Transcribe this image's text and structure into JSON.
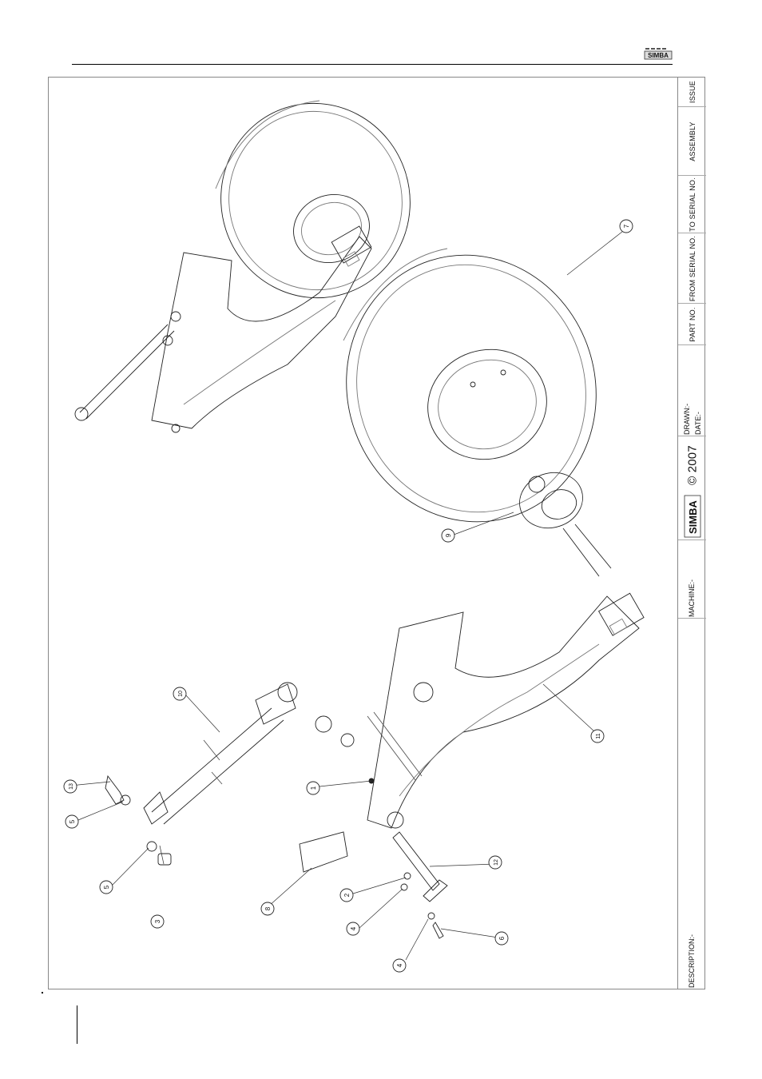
{
  "header": {
    "brand_logo_text": "SIMBA"
  },
  "title_block": {
    "issue_label": "ISSUE",
    "assembly_label": "ASSEMBLY",
    "to_serial_label": "TO SERIAL NO.",
    "from_serial_label": "FROM SERIAL NO.",
    "part_no_label": "PART NO.",
    "drawn_label": "DRAWN:-",
    "date_label": "DATE:-",
    "logo_text": "SIMBA",
    "copyright": "© 2007",
    "machine_label": "MACHINE:-",
    "description_label": "DESCRIPTION:-"
  },
  "callouts": [
    "1",
    "2",
    "3",
    "4",
    "4",
    "5",
    "5",
    "6",
    "7",
    "8",
    "9",
    "10",
    "11",
    "12",
    "13"
  ]
}
